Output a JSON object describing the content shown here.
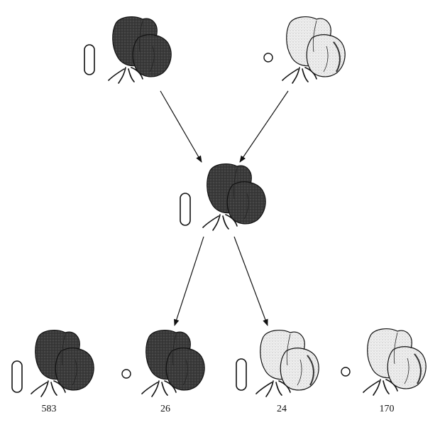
{
  "offspring_counts": [
    "583",
    "26",
    "24",
    "170"
  ],
  "colors": {
    "dark_flower": "#3a3a3a",
    "light_flower": "#e6e6e6",
    "ink": "#111111"
  },
  "icons": [
    "dark-flower-icon",
    "light-flower-icon",
    "long-pollen-icon",
    "round-pollen-icon"
  ]
}
